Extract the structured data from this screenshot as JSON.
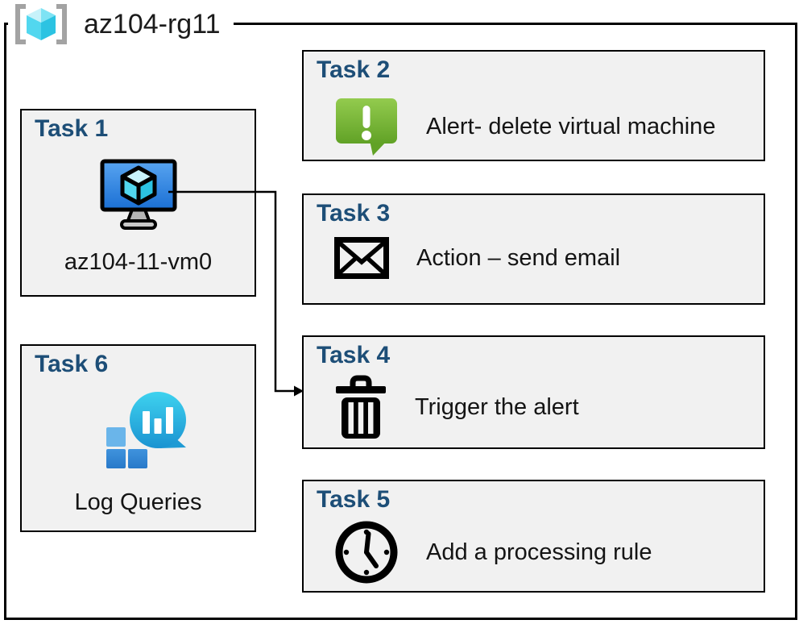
{
  "resource_group": {
    "name": "az104-rg11",
    "icon": "resource-group-icon"
  },
  "tasks": [
    {
      "title": "Task 1",
      "label": "az104-11-vm0",
      "icon": "virtual-machine-icon"
    },
    {
      "title": "Task 2",
      "label": "Alert- delete virtual machine",
      "icon": "alert-message-icon"
    },
    {
      "title": "Task 3",
      "label": "Action – send email",
      "icon": "email-envelope-icon"
    },
    {
      "title": "Task 4",
      "label": "Trigger the alert",
      "icon": "trash-can-icon"
    },
    {
      "title": "Task 5",
      "label": "Add a processing rule",
      "icon": "clock-icon"
    },
    {
      "title": "Task 6",
      "label": "Log Queries",
      "icon": "log-analytics-icon"
    }
  ],
  "connector": {
    "from_task": "Task 1",
    "to_task": "Task 4"
  },
  "colors": {
    "task_title_blue": "#1d4e77",
    "box_fill": "#f1f1f1",
    "box_border": "#000000",
    "alert_green_top": "#93cb4e",
    "alert_green_bottom": "#61a226",
    "vm_screen_blue_top": "#58a4f0",
    "vm_screen_blue_bottom": "#1a6fd4",
    "log_teal_top": "#3ed2ef",
    "log_teal_bottom": "#1b93d1",
    "log_square_blue": "#2f86d4",
    "rg_cube_cyan": "#52d7ef",
    "rg_bracket_gray": "#a3a3a3"
  }
}
